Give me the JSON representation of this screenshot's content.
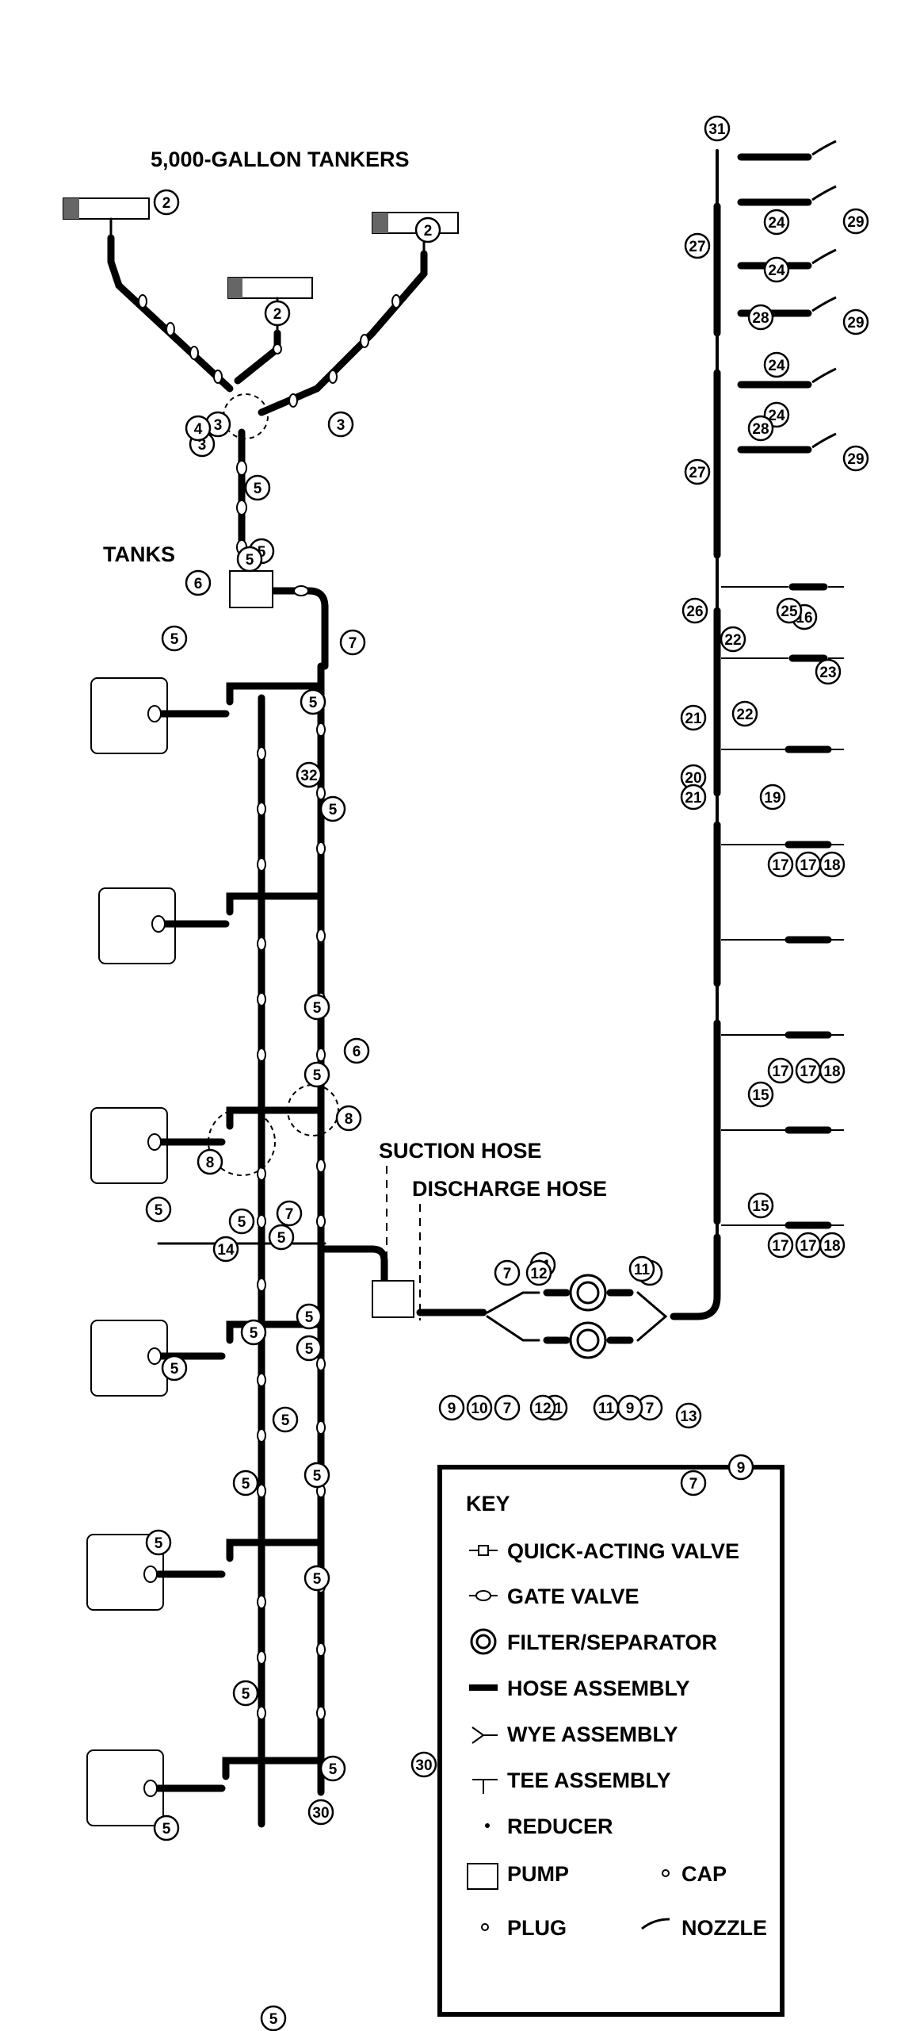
{
  "labels": {
    "tankers": "5,000-GALLON TANKERS",
    "tanks": "TANKS",
    "suction_hose": "SUCTION HOSE",
    "discharge_hose": "DISCHARGE HOSE"
  },
  "key": {
    "title": "KEY",
    "items": [
      {
        "label": "QUICK-ACTING VALVE",
        "icon": "quick-acting-valve-icon"
      },
      {
        "label": "GATE VALVE",
        "icon": "gate-valve-icon"
      },
      {
        "label": "FILTER/SEPARATOR",
        "icon": "filter-separator-icon"
      },
      {
        "label": "HOSE ASSEMBLY",
        "icon": "hose-assembly-icon"
      },
      {
        "label": "WYE ASSEMBLY",
        "icon": "wye-assembly-icon"
      },
      {
        "label": "TEE ASSEMBLY",
        "icon": "tee-assembly-icon"
      },
      {
        "label": "REDUCER",
        "icon": "reducer-icon"
      },
      {
        "label": "PUMP",
        "icon": "pump-icon"
      },
      {
        "label": "CAP",
        "icon": "cap-icon"
      },
      {
        "label": "PLUG",
        "icon": "plug-icon"
      },
      {
        "label": "NOZZLE",
        "icon": "nozzle-icon"
      }
    ]
  },
  "callouts": [
    "1",
    "2",
    "3",
    "4",
    "5",
    "6",
    "7",
    "8",
    "9",
    "10",
    "11",
    "12",
    "13",
    "14",
    "15",
    "16",
    "17",
    "18",
    "19",
    "20",
    "21",
    "22",
    "23",
    "24",
    "25",
    "26",
    "27",
    "28",
    "29",
    "30",
    "31",
    "32"
  ]
}
